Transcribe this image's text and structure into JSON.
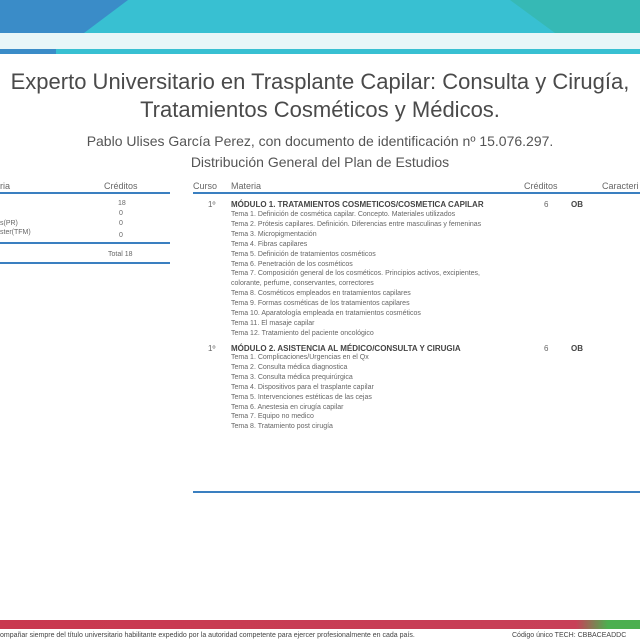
{
  "header": {
    "title_line1": "Experto Universitario en Trasplante Capilar: Consulta y Cirugía,",
    "title_line2": "Tratamientos Cosméticos y Médicos.",
    "holder": "Pablo Ulises García Perez, con documento de identificación nº 15.076.297.",
    "section": "Distribución General del Plan de Estudios"
  },
  "summary": {
    "col_materia": "ria",
    "col_creditos": "Créditos",
    "rows": [
      {
        "label": "",
        "credits": "18"
      },
      {
        "label": "",
        "credits": "0"
      },
      {
        "label": "s(PR)",
        "credits": "0"
      },
      {
        "label": "ster(TFM)",
        "credits": "0"
      }
    ],
    "total": "Total 18"
  },
  "plan": {
    "col_curso": "Curso",
    "col_materia": "Materia",
    "col_creditos": "Créditos",
    "col_caracter": "Caracteri",
    "modules": [
      {
        "curso": "1º",
        "title": "MÓDULO 1. TRATAMIENTOS COSMETICOS/COSMETICA CAPILAR",
        "credits": "6",
        "type": "OB",
        "temas": [
          "Tema 1. Definición de cosmética capilar. Concepto. Materiales utilizados",
          "Tema 2. Prótesis capilares. Definición. Diferencias entre masculinas y femeninas",
          "Tema 3. Micropigmentación",
          "Tema 4. Fibras capilares",
          "Tema 5. Definición de tratamientos cosméticos",
          "Tema 6. Penetración de los cosméticos",
          "Tema 7. Composición general de los cosméticos. Principios activos, excipientes,",
          "colorante, perfume, conservantes, correctores",
          "Tema 8. Cosméticos empleados en tratamientos capilares",
          "Tema 9. Formas cosméticas de los tratamientos capilares",
          "Tema 10. Aparatología empleada en tratamientos cosméticos",
          "Tema 11. El masaje capilar",
          "Tema 12. Tratamiento del paciente oncológico"
        ]
      },
      {
        "curso": "1º",
        "title": "MÓDULO 2. ASISTENCIA AL MÉDICO/CONSULTA Y CIRUGIA",
        "credits": "6",
        "type": "OB",
        "temas": [
          "Tema 1. Complicaciones/Urgencias en el Qx",
          "Tema 2. Consulta médica diagnostica",
          "Tema 3. Consulta médica prequirúrgica",
          "Tema 4. Dispositivos para el trasplante capilar",
          "Tema 5. Intervenciones estéticas de las cejas",
          "Tema 6. Anestesia en cirugía capilar",
          "Tema 7. Equipo no medico",
          "Tema 8. Tratamiento post cirugía"
        ]
      }
    ]
  },
  "footer": {
    "note": "ompañar siempre del título universitario habilitante expedido por la autoridad competente para ejercer profesionalmente en cada país.",
    "code": "Código único TECH: CBBACEADDC"
  }
}
